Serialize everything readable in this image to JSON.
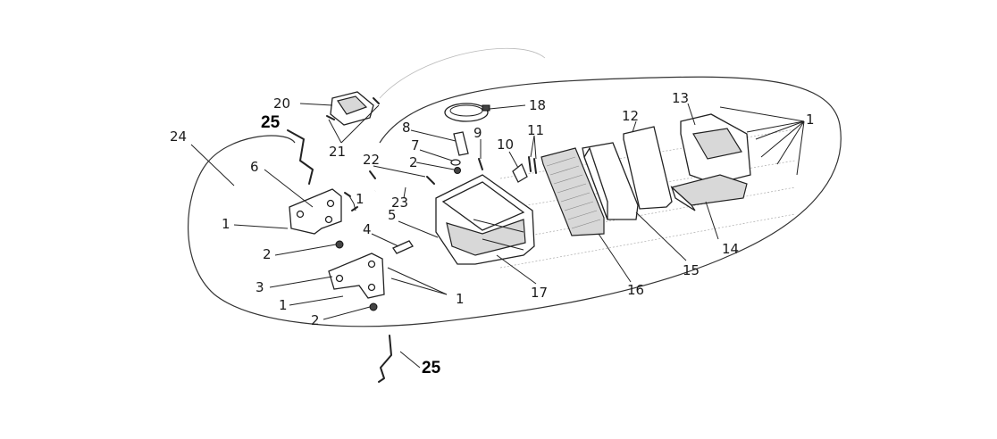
{
  "callouts": {
    "c1_a": "1",
    "c1_b": "1",
    "c1_c": "1",
    "c1_d": "1",
    "c1_e": "1",
    "c2_a": "2",
    "c2_b": "2",
    "c2_c": "2",
    "c3": "3",
    "c4": "4",
    "c5": "5",
    "c6": "6",
    "c7": "7",
    "c8": "8",
    "c9": "9",
    "c10": "10",
    "c11": "11",
    "c13": "13",
    "c12": "12",
    "c14": "14",
    "c15": "15",
    "c16": "16",
    "c17": "17",
    "c18": "18",
    "c20": "20",
    "c21": "21",
    "c22": "22",
    "c23": "23",
    "c24": "24",
    "c25_top": "25",
    "c25_bottom": "25"
  }
}
